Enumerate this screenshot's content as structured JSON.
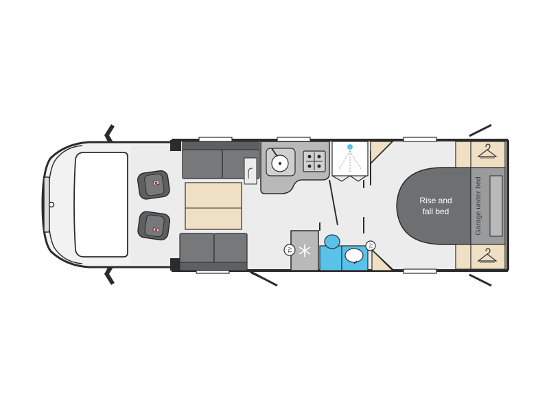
{
  "plan": {
    "bed": {
      "label_line1": "Rise and",
      "label_line2": "fall bed"
    },
    "garage": {
      "label": "Garage under bed"
    },
    "appliances": {
      "tv_label": "TV",
      "fridge_icon": "snowflake-icon",
      "tv_icon": "tv-socket-icon"
    },
    "colors": {
      "floor": "#ececec",
      "wall": "#2b2b2b",
      "sofa": "#77787a",
      "table": "#efe0c4",
      "kitchen": "#b9b9b9",
      "bathroom_fixture": "#58c2ea",
      "bed": "#6e6f71",
      "wardrobe": "#efe0c4"
    }
  }
}
